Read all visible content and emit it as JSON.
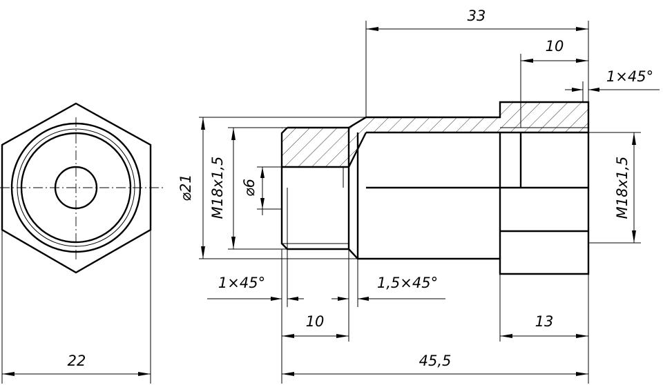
{
  "dimensions": {
    "hex_width": "22",
    "total_length": "45,5",
    "body_length": "33",
    "socket_depth": "10",
    "socket_chamfer": "1×45°",
    "pin_chamfer": "1×45°",
    "shoulder_chamfer": "1,5×45°",
    "pin_length": "10",
    "right_length": "13",
    "diameter_outer": "⌀21",
    "thread_left": "M18x1,5",
    "bore_diameter": "⌀6",
    "thread_right": "M18x1,5"
  }
}
